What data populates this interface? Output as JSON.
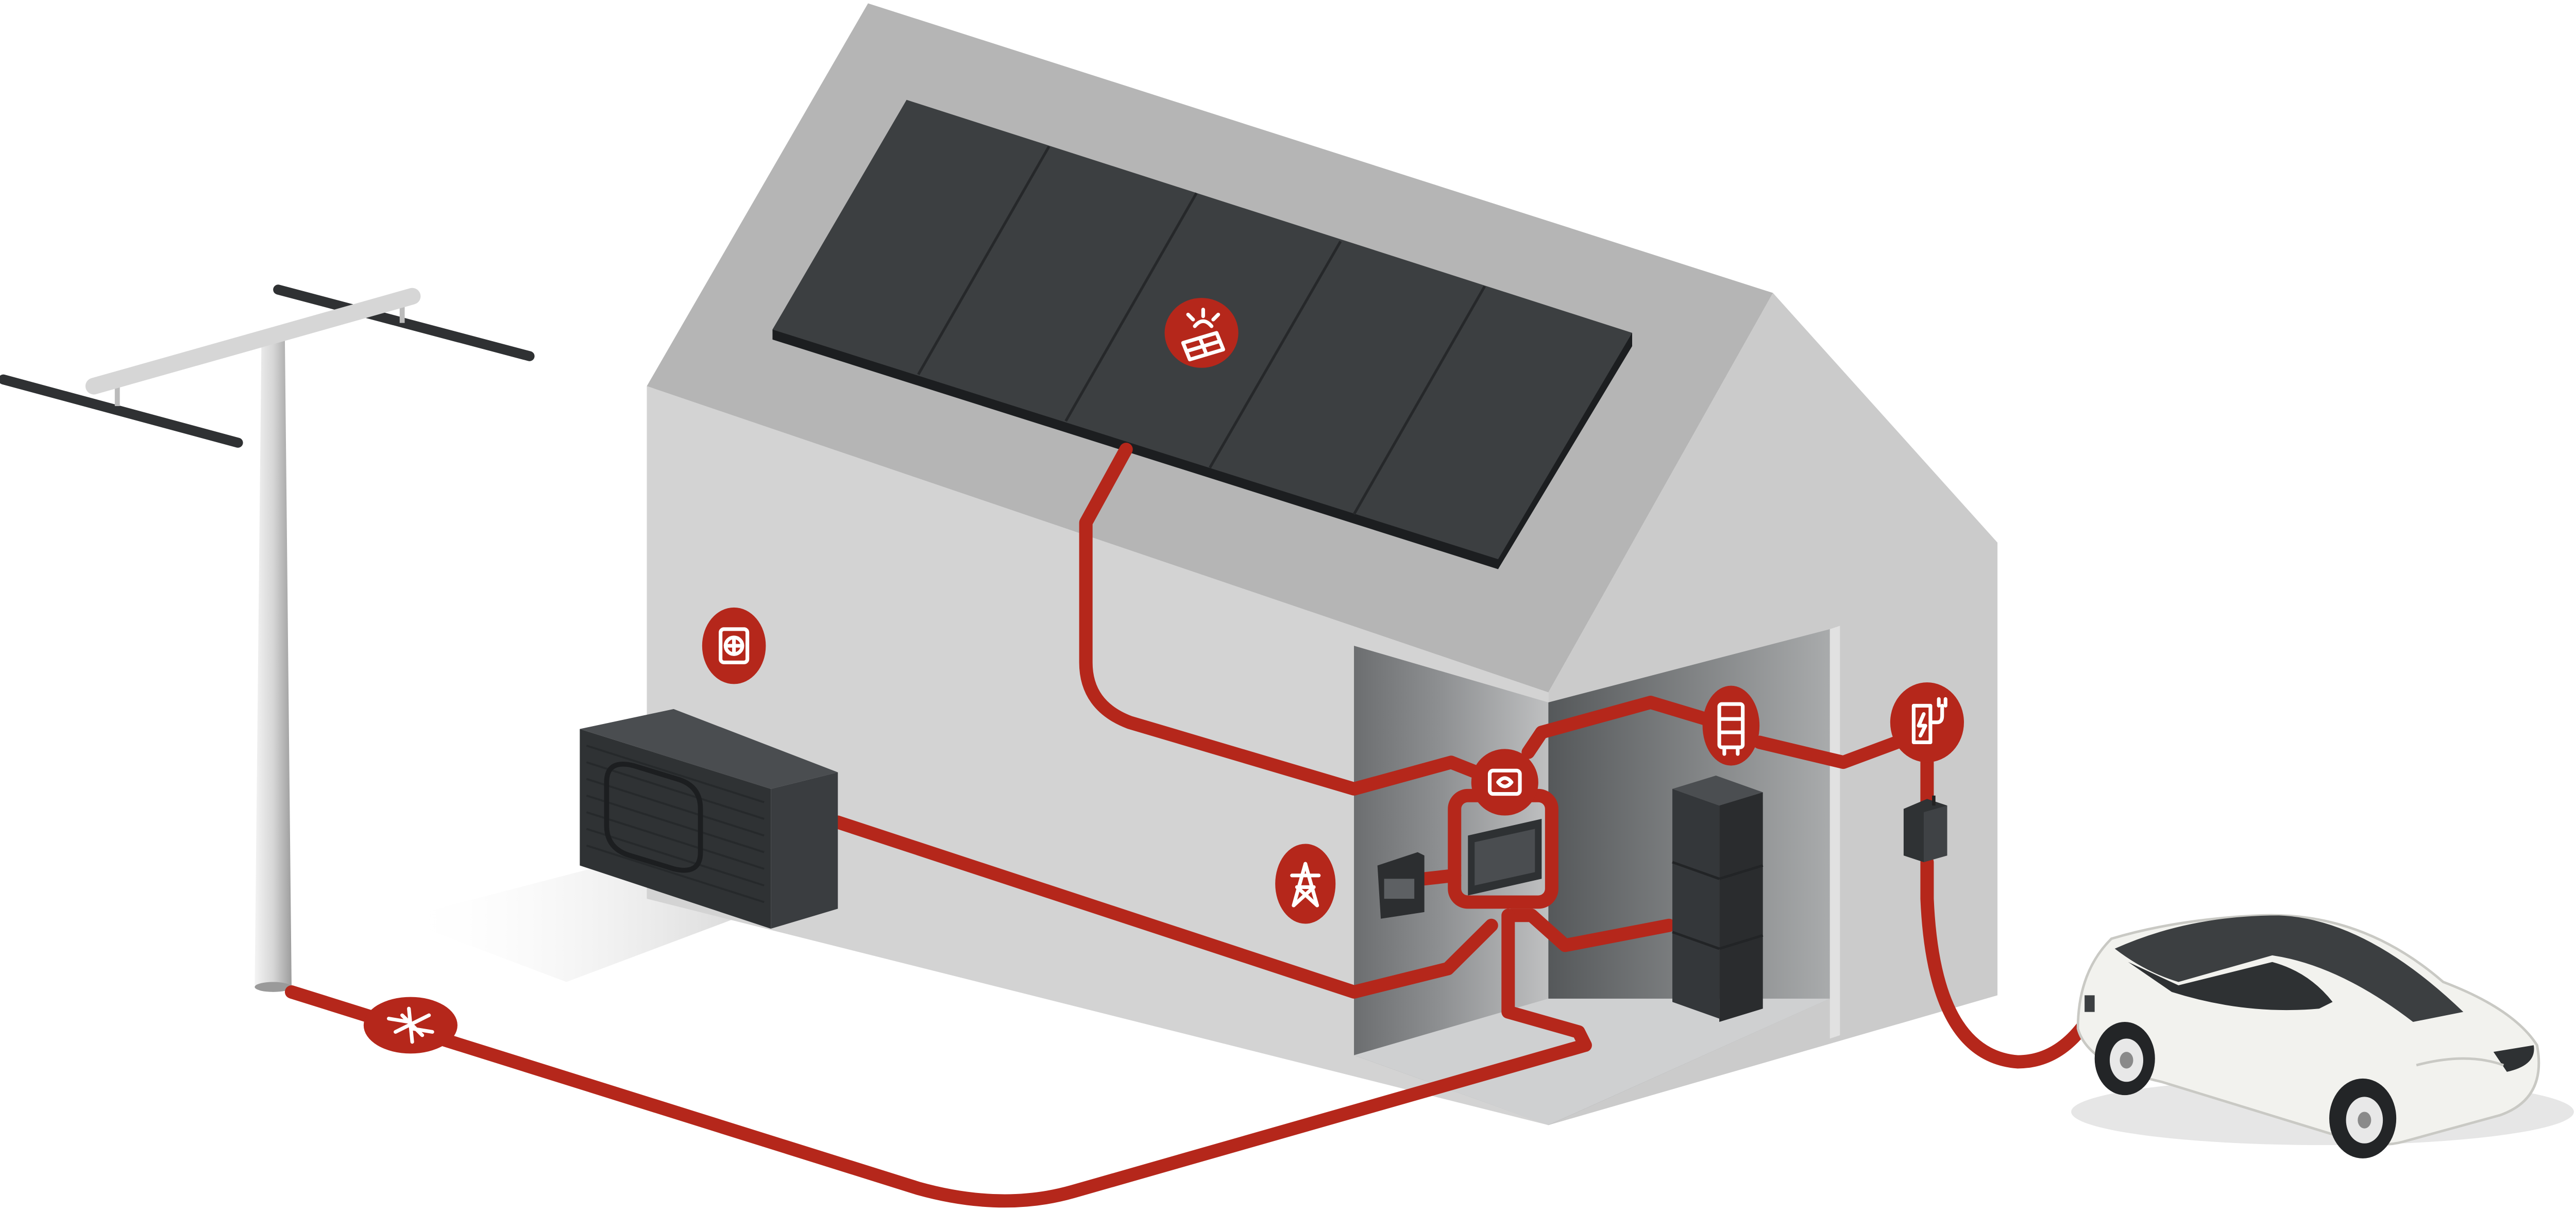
{
  "colors": {
    "cable": "#b5271b",
    "marker": "#b5271b",
    "marker_icon": "#ffffff",
    "panel": "#3c3f41",
    "roof": "#b5b5b5",
    "wall_front": "#d3d3d3",
    "wall_gable": "#cbcbcb",
    "ground": "#ececec",
    "device": "#34373a",
    "car_body": "#f2f2ee"
  },
  "components": [
    {
      "id": "solar-panels",
      "icon": "solar-panel-icon"
    },
    {
      "id": "heat-pump",
      "icon": "heat-pump-fan-icon"
    },
    {
      "id": "inverter",
      "icon": "inverter-icon"
    },
    {
      "id": "energy-meter",
      "icon": "power-pylon-icon"
    },
    {
      "id": "battery-storage",
      "icon": "battery-storage-icon"
    },
    {
      "id": "wallbox",
      "icon": "ev-charger-icon"
    },
    {
      "id": "public-grid",
      "icon": "power-pylon-icon"
    },
    {
      "id": "electric-car",
      "icon": "electric-car-icon"
    }
  ]
}
